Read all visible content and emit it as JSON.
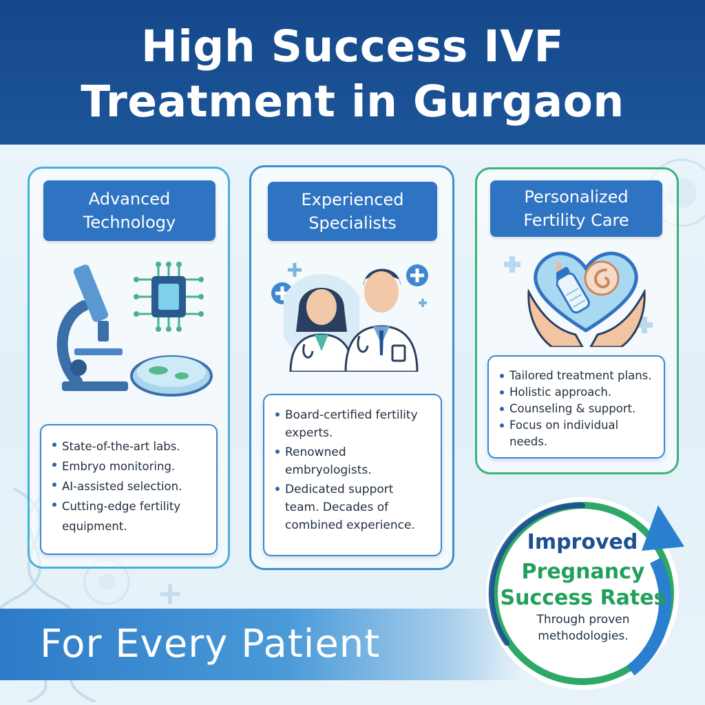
{
  "header": {
    "title_line1": "High Success IVF",
    "title_line2": "Treatment in Gurgaon"
  },
  "panels": [
    {
      "title_line1": "Advanced",
      "title_line2": "Technology",
      "icons": [
        "microscope-icon",
        "ai-chip-icon",
        "petri-dish-icon"
      ],
      "bullets": [
        "State-of-the-art labs.",
        "Embryo monitoring.",
        "AI-assisted selection.",
        "Cutting-edge fertility equipment."
      ]
    },
    {
      "title_line1": "Experienced",
      "title_line2": "Specialists",
      "icons": [
        "female-doctor-icon",
        "male-doctor-icon",
        "medical-cross-icon"
      ],
      "bullets": [
        "Board-certified fertility experts.",
        "Renowned embryologists.",
        "Dedicated support team. Decades of combined experience."
      ]
    },
    {
      "title_line1": "Personalized",
      "title_line2": "Fertility Care",
      "icons": [
        "caring-hands-icon",
        "heart-icon",
        "baby-bottle-icon",
        "fetus-icon"
      ],
      "bullets": [
        "Tailored treatment plans.",
        "Holistic approach.",
        "Counseling & support.",
        "Focus on individual needs."
      ]
    }
  ],
  "banner": {
    "text": "For Every Patient"
  },
  "badge": {
    "line1": "Improved",
    "line2": "Pregnancy",
    "line3": "Success Rates",
    "subtext_line1": "Through proven",
    "subtext_line2": "methodologies."
  },
  "colors": {
    "header_bg": "#15488a",
    "pill_bg": "#2f73c3",
    "accent_green": "#21a05a",
    "accent_blue": "#1d4f91"
  }
}
